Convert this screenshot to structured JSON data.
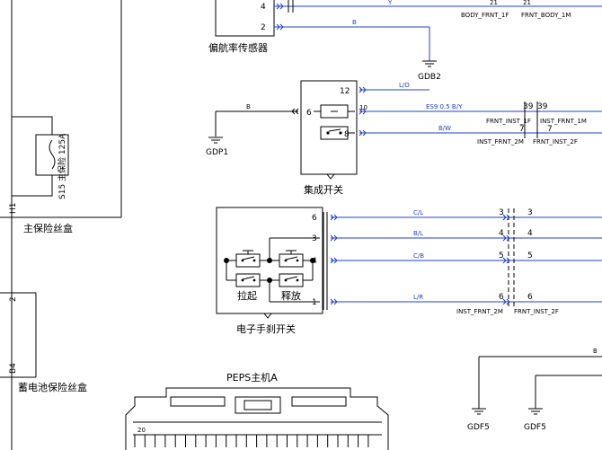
{
  "labels": {
    "yaw_sensor": "偏航率传感器",
    "integrated_switch": "集成开关",
    "epb_switch": "电子手刹开关",
    "main_fuse_box": "主保险丝盒",
    "battery_fuse_box": "蓄电池保险丝盒",
    "peps": "PEPS主机A",
    "fuse": "S15 主保险 125A",
    "lift": "拉起",
    "release": "释放"
  },
  "grounds": {
    "gdb2": "GDB2",
    "gdp1": "GDP1",
    "gdf5_a": "GDF5",
    "gdf5_b": "GDF5"
  },
  "pins": {
    "yaw_4": "4",
    "yaw_2": "2",
    "int_12": "12",
    "int_10": "10",
    "int_6": "6",
    "int_8": "8",
    "epb_6": "6",
    "epb_3": "3",
    "epb_4": "4",
    "epb_1": "1",
    "main_h1": "H1",
    "bat_2": "2",
    "bat_b4": "B4",
    "fuse_peps": "20"
  },
  "wires": {
    "y": "Y",
    "b_yaw": "B",
    "lo": "L/O",
    "b_int": "B",
    "es9": "ES9 0.5 B/Y",
    "bw": "B/W",
    "cl": "C/L",
    "bl": "B/L",
    "cb": "C/B",
    "lr": "L/R",
    "b_right": "B"
  },
  "connectors": {
    "body_21a": "21",
    "body_21b": "21",
    "body_frnt_1f": "BODY_FRNT_1F",
    "body_frnt_1m": "FRNT_BODY_1M",
    "inst_39a": "39",
    "inst_39b": "39",
    "inst_7a": "7",
    "inst_7b": "7",
    "frnt_inst_1f": "FRNT_INST_1F",
    "inst_frnt_1m": "INST_FRNT_1M",
    "inst_frnt_2m_a": "INST_FRNT_2M",
    "frnt_inst_2f_a": "FRNT_INST_2F",
    "c3a": "3",
    "c3b": "3",
    "c4a": "4",
    "c4b": "4",
    "c5a": "5",
    "c5b": "5",
    "c6a": "6",
    "c6b": "6",
    "inst_frnt_2m_b": "INST_FRNT_2M",
    "frnt_inst_2f_b": "FRNT_INST_2F"
  }
}
